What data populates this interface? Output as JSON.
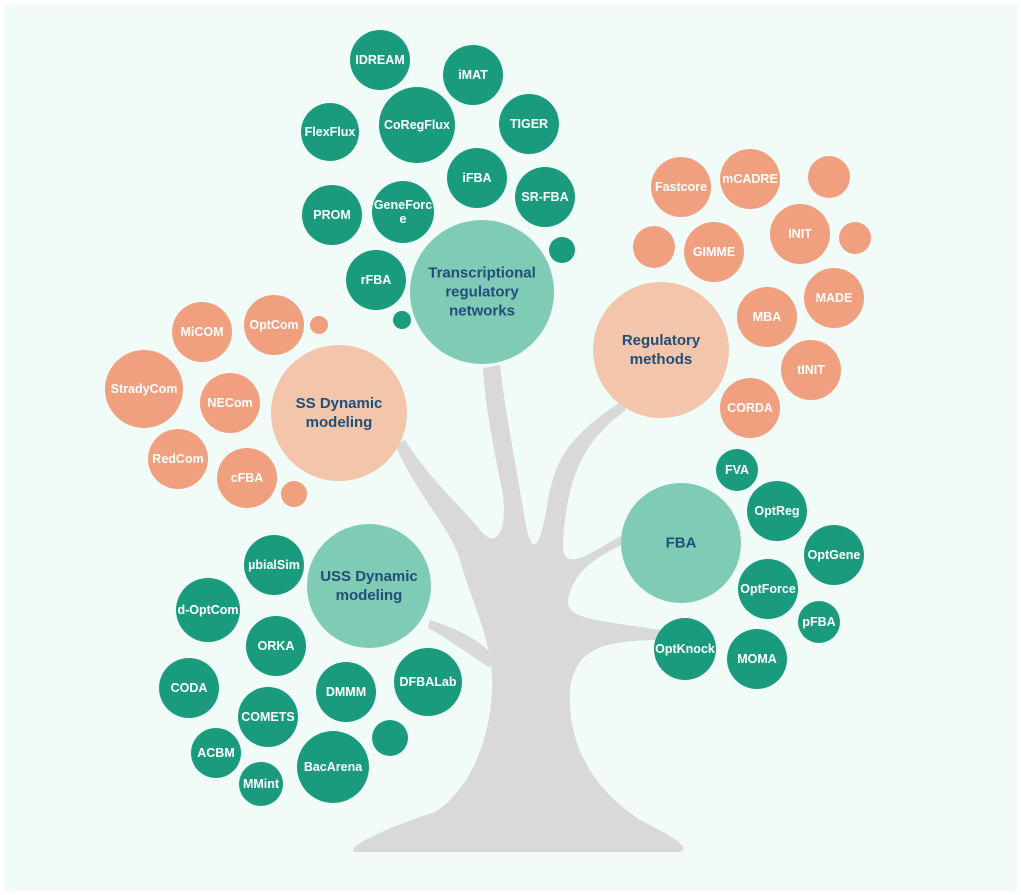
{
  "colors": {
    "background": "#f1fbf8",
    "trunk": "#d9d9d9",
    "green_dark": "#1a9b7e",
    "green_hub": "#7fcbb5",
    "orange": "#f0a07e",
    "orange_hub": "#f3c5ab",
    "hub_text": "#1f4e79",
    "node_text": "#ffffff"
  },
  "hubs": {
    "trn": [
      "Transcriptional",
      "regulatory",
      "networks"
    ],
    "regulatory": [
      "Regulatory",
      "methods"
    ],
    "ss": [
      "SS Dynamic",
      "modeling"
    ],
    "uss": [
      "USS Dynamic",
      "modeling"
    ],
    "fba": [
      "FBA"
    ]
  },
  "nodes": {
    "trn": [
      [
        "IDREAM"
      ],
      [
        "iMAT"
      ],
      [
        "CoRegFlux"
      ],
      [
        "FlexFlux"
      ],
      [
        "TIGER"
      ],
      [
        "iFBA"
      ],
      [
        "GeneForc",
        "e"
      ],
      [
        "PROM"
      ],
      [
        "SR-FBA"
      ],
      [
        "rFBA"
      ],
      [],
      []
    ],
    "regulatory": [
      [
        "Fastcore"
      ],
      [
        "mCADRE"
      ],
      [],
      [
        "GIMME"
      ],
      [
        "INIT"
      ],
      [],
      [],
      [
        "MADE"
      ],
      [
        "MBA"
      ],
      [
        "tINIT"
      ],
      [
        "CORDA"
      ]
    ],
    "ss": [
      [
        "MiCOM"
      ],
      [
        "OptCom"
      ],
      [],
      [
        "StradyCom"
      ],
      [
        "NECom"
      ],
      [
        "RedCom"
      ],
      [
        "cFBA"
      ],
      []
    ],
    "uss": [
      [
        "µbialSim"
      ],
      [
        "d-OptCom"
      ],
      [
        "ORKA"
      ],
      [
        "CODA"
      ],
      [
        "DMMM"
      ],
      [
        "DFBALab"
      ],
      [
        "COMETS"
      ],
      [
        "ACBM"
      ],
      [
        "BacArena"
      ],
      [
        "MMint"
      ],
      []
    ],
    "fba": [
      [
        "FVA"
      ],
      [
        "OptReg"
      ],
      [
        "OptGene"
      ],
      [
        "OptForce"
      ],
      [
        "pFBA"
      ],
      [
        "OptKnock"
      ],
      [
        "MOMA"
      ]
    ]
  }
}
